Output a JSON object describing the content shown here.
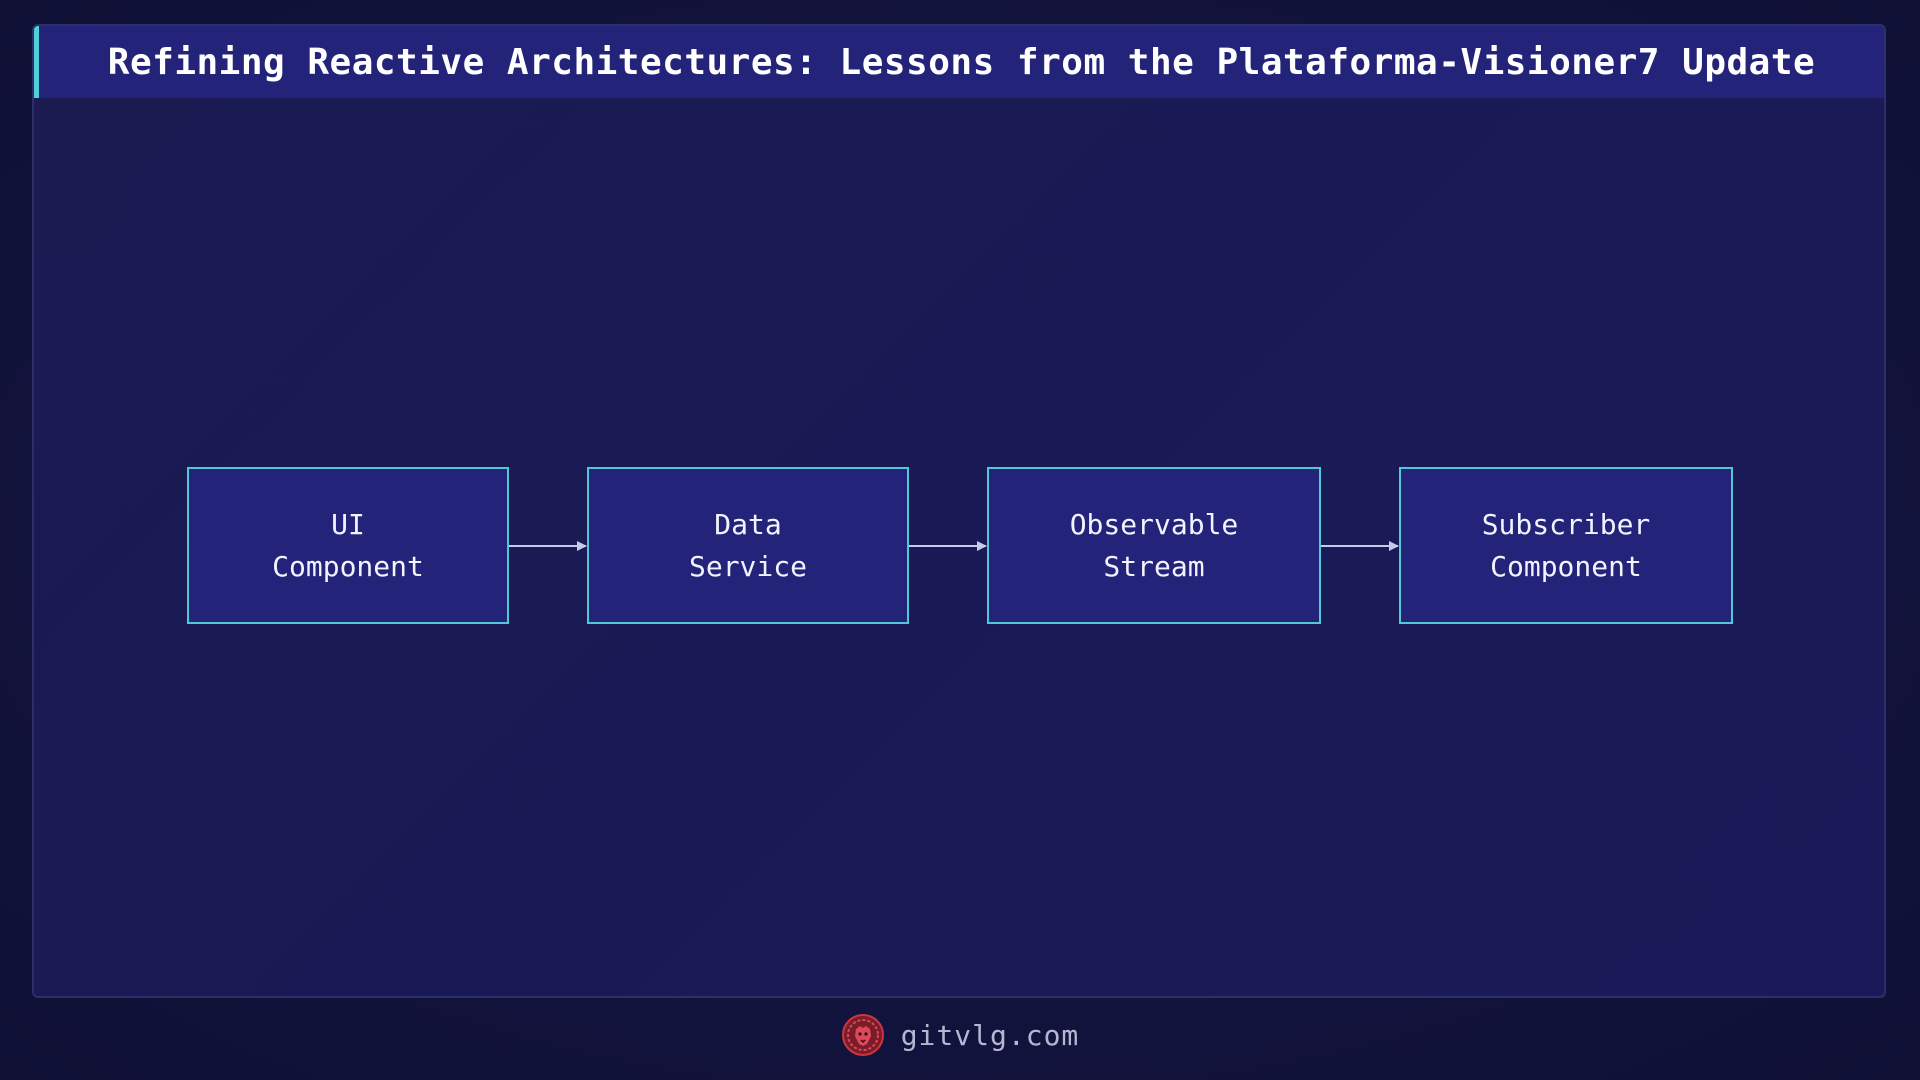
{
  "title": "Refining Reactive Architectures: Lessons from the Plataforma-Visioner7 Update",
  "diagram": {
    "nodes": [
      {
        "id": "ui-component",
        "label": "UI\nComponent"
      },
      {
        "id": "data-service",
        "label": "Data\nService"
      },
      {
        "id": "observable-stream",
        "label": "Observable\nStream"
      },
      {
        "id": "subscriber-component",
        "label": "Subscriber\nComponent"
      }
    ],
    "edges": [
      {
        "from": "ui-component",
        "to": "data-service"
      },
      {
        "from": "data-service",
        "to": "observable-stream"
      },
      {
        "from": "observable-stream",
        "to": "subscriber-component"
      }
    ]
  },
  "footer": {
    "site": "gitvlg.com",
    "logo_icon": "lion-logo-icon"
  },
  "colors": {
    "background": "#13143f",
    "title_bar": "#24237a",
    "accent": "#4fd1d9",
    "node_fill": "#23237a",
    "node_border": "#4fc9d6",
    "arrow": "#c8cbe6",
    "logo": "#d0343f"
  }
}
